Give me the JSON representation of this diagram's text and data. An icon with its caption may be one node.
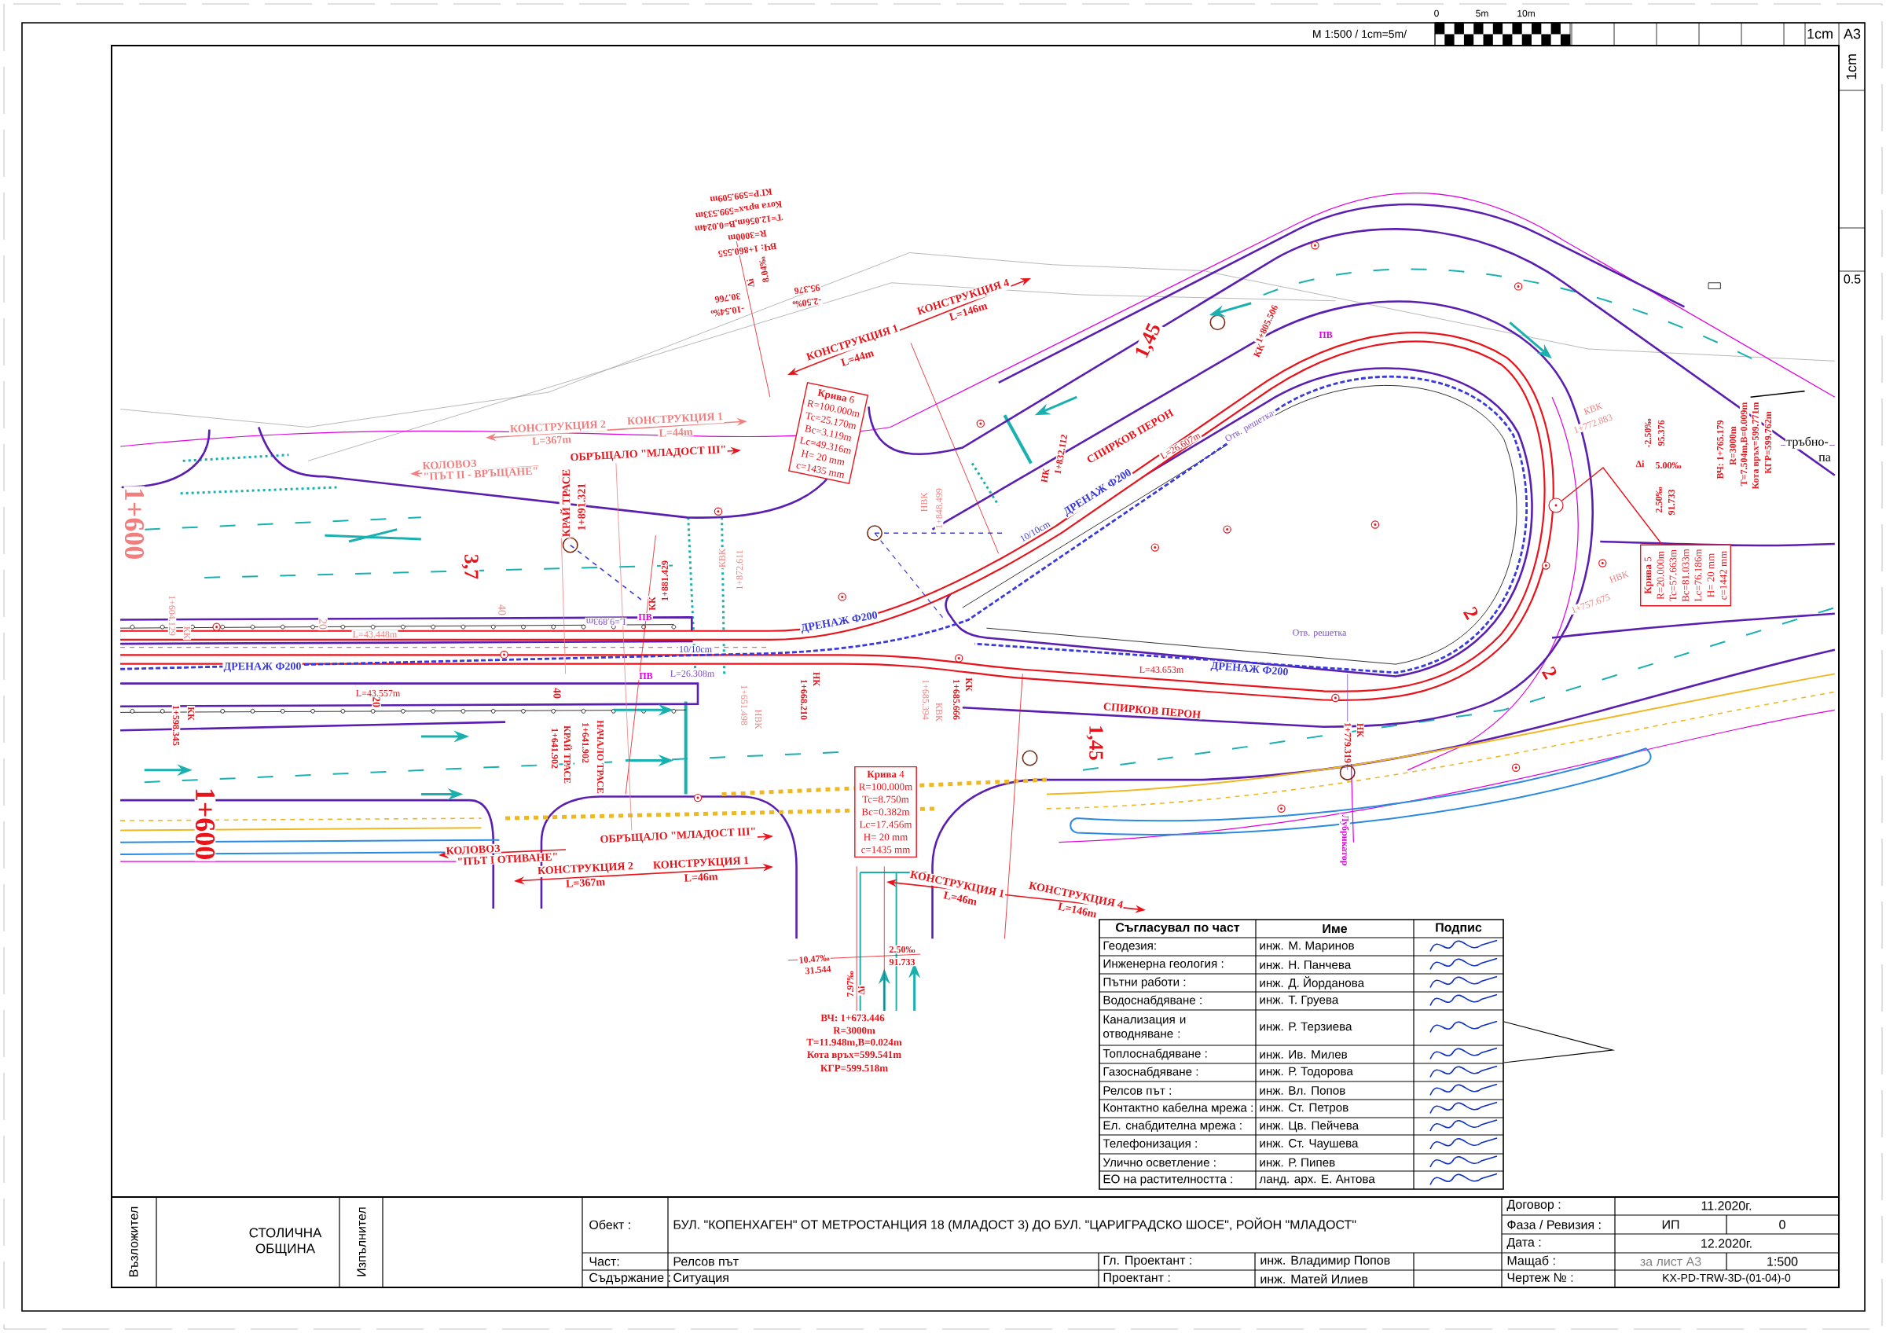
{
  "diagram": {
    "nodes": [
      {
        "text": [
          "**Крива** 6",
          "R=100.000m",
          "Tc=25.170m",
          "Bc=3.119m",
          "Lc=49.316m",
          "H= 20 mm",
          "c=1435 mm"
        ]
      },
      {
        "text": [
          "**Крива** 4",
          "R=100.000m",
          "Tc=8.750m",
          "Bc=0.382m",
          "Lc=17.456m",
          "H= 20 mm",
          "c=1435 mm"
        ]
      },
      {
        "text": [
          "**Крива** 5",
          "R=20.000m",
          "Tc=57.663m",
          "Bc=81.033m",
          "Lc=76.186m",
          "H= 20 mm",
          "c=1442 mm"
        ]
      },
      {
        "text": [],
        "shape": "circle"
      }
    ],
    "edges": [
      {
        "from": 2,
        "to": 3,
        "arrow": "none"
      }
    ],
    "labels": [
      "M 1:500 / 1cm=5m/",
      "0",
      "5m",
      "10m",
      "1cm",
      "A3",
      "1cm",
      "0.5",
      "КГР=599.509m",
      "Кота връх=599.533m",
      "T=12.056m,B=0.024m",
      "R=3000m",
      "ВЧ: 1+860.555",
      "8.04‰",
      "Δi",
      "95.376",
      "-2.50‰",
      "30.766",
      "-10.54‰",
      "КОНСТРУКЦИЯ 4",
      "L=146m",
      "КОНСТРУКЦИЯ 1",
      "L=44m",
      "КОНСТРУКЦИЯ 2",
      "КОНСТРУКЦИЯ 1",
      "L=367m",
      "L=44m",
      "ОБРЪЩАЛО \"МЛАДОСТ III\"",
      "КОЛОВОЗ",
      "\"ПЪТ II - ВРЪЩАНЕ\"",
      "КРАЙ ТРАСЕ",
      "1+891.321",
      "1+600",
      "НВК",
      "1+848.499",
      "1,45",
      "КК",
      "1+805.506",
      "ПВ",
      "СПИРКОВ ПЕРОН",
      "НК",
      "1+832.112",
      "L=26.607m",
      "Отв. решетка",
      "ДРЕНАЖ Ф200",
      "10/10cm",
      "КВК",
      "1+772.883",
      "-2.50‰",
      "95.376",
      "Δi",
      "5.00‰",
      "2.50‰",
      "91.733",
      "ВЧ: 1+765.179",
      "R=3000m",
      "T=7.504m,B=0.009m",
      "Кота връх=599.771m",
      "КГР=599.762m",
      "тръбно-",
      "па",
      "НВК",
      "1+757.675",
      "2",
      "3,7",
      "1+604.129",
      "КК",
      "20",
      "40",
      "L=43.448m",
      "L=9.893m",
      "ПВ",
      "1+881.429",
      "КК",
      "КВК",
      "1+872.611",
      "ДРЕНАЖ Ф200",
      "ДРЕНАЖ Ф200",
      "10/10cm",
      "ПВ",
      "L=26.308m",
      "1+598.345",
      "КК",
      "20",
      "L=43.557m",
      "1+641.902",
      "40",
      "КРАЙ ТРАСЕ",
      "1+641.902",
      "НАЧАЛО ТРАСЕ",
      "1+651.498",
      "НВК",
      "1+668.210",
      "НК",
      "1+685.394",
      "КВК",
      "1+685.666",
      "КК",
      "1,45",
      "L=43.653m",
      "ДРЕНАЖ Ф200",
      "Отв. решетка",
      "2",
      "СПИРКОВ ПЕРОН",
      "1+779.319",
      "НК",
      "1+600",
      "Лубрикатор",
      "ОБРЪЩАЛО \"МЛАДОСТ III\"",
      "КОЛОВОЗ",
      "\"ПЪТ I ОТИВАНЕ\"",
      "КОНСТРУКЦИЯ 2",
      "КОНСТРУКЦИЯ 1",
      "L=367m",
      "L=46m",
      "КОНСТРУКЦИЯ 1",
      "L=46m",
      "КОНСТРУКЦИЯ 4",
      "L=146m",
      "10.47‰",
      "31.544",
      "2.50‰",
      "91.733",
      "7.97‰",
      "Δi",
      "ВЧ: 1+673.446",
      "R=3000m",
      "T=11.948m,B=0.024m",
      "Кота връх=599.541m",
      "КГР=599.518m",
      "Съгласувал по част",
      "Име",
      "Подпис",
      "Геодезия:",
      "инж. М. Маринов",
      "Инженерна геология :",
      "инж. Н. Панчева",
      "Пътни работи :",
      "инж. Д. Йорданова",
      "Водоснабдяване :",
      "инж. Т. Груева",
      "Канализация и отводняване :",
      "инж. Р. Терзиева",
      "Топлоснабдяване :",
      "инж. Ив. Милев",
      "Газоснабдяване :",
      "инж. Р. Тодорова",
      "Релсов път :",
      "инж. Вл. Попов",
      "Контактно кабелна мрежа :",
      "инж. Ст. Петров",
      "Ел. снабдителна мрежа :",
      "инж. Цв. Пейчева",
      "Телефонизация :",
      "инж. Ст. Чаушева",
      "Улично осветление :",
      "инж. Р. Пипев",
      "ЕО на растителността :",
      "ланд. арх. Е. Антова",
      "Възложител",
      "СТОЛИЧНА ОБЩИНА",
      "Изпълнител",
      "Обект :",
      "БУЛ. \"КОПЕНХАГЕН\" ОТ МЕТРОСТАНЦИЯ 18 (МЛАДОСТ 3) ДО БУЛ. \"ЦАРИГРАДСКО ШОСЕ\", РОЙОН \"МЛАДОСТ\"",
      "Част:",
      "Релсов път",
      "Гл. Проектант :",
      "инж. Владимир Попов",
      "Съдържание :",
      "Ситуация",
      "Проектант :",
      "инж. Матей Илиев",
      "Договор :",
      "11.2020г.",
      "Фаза / Ревизия :",
      "ИП",
      "0",
      "Дата :",
      "12.2020г.",
      "Мащаб :",
      "за лист А3",
      "1:500",
      "Чертеж № :",
      "KX-PD-TRW-3D-(01-04)-0"
    ]
  }
}
